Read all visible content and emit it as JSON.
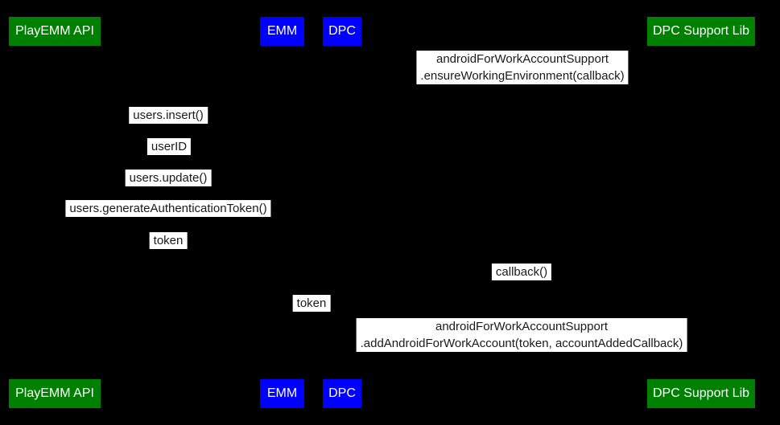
{
  "diagram": {
    "kind": "sequence-diagram",
    "colors": {
      "background": "#000000",
      "actor_green": "#008000",
      "actor_blue": "#0000ff",
      "actor_text": "#ffffff",
      "label_background": "#ffffff",
      "label_text": "#1a1a1a"
    }
  },
  "participants": [
    {
      "id": "playemm-api",
      "label": "PlayEMM API",
      "color": "#008000"
    },
    {
      "id": "emm",
      "label": "EMM",
      "color": "#0000ff"
    },
    {
      "id": "dpc",
      "label": "DPC",
      "color": "#0000ff"
    },
    {
      "id": "dpc-support-lib",
      "label": "DPC Support Lib",
      "color": "#008000"
    }
  ],
  "messages": [
    {
      "lines": [
        "androidForWorkAccountSupport",
        ".ensureWorkingEnvironment(callback)"
      ]
    },
    {
      "lines": [
        "users.insert()"
      ]
    },
    {
      "lines": [
        "userID"
      ]
    },
    {
      "lines": [
        "users.update()"
      ]
    },
    {
      "lines": [
        "users.generateAuthenticationToken()"
      ]
    },
    {
      "lines": [
        "token"
      ]
    },
    {
      "lines": [
        "callback()"
      ]
    },
    {
      "lines": [
        "token"
      ]
    },
    {
      "lines": [
        "androidForWorkAccountSupport",
        ".addAndroidForWorkAccount(token, accountAddedCallback)"
      ]
    }
  ]
}
